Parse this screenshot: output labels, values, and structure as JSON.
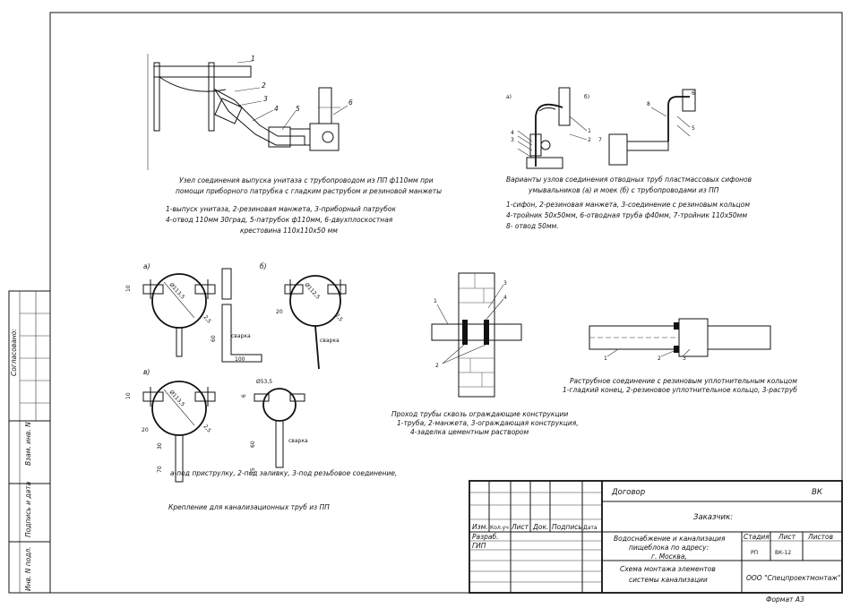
{
  "captions": {
    "toilet_title_1": "Узел соединения выпуска унитаза с трубопроводом из ПП ф110мм при",
    "toilet_title_2": "помощи приборного патрубка с гладким раструбом и резиновой манжеты",
    "toilet_legend_1": "1-выпуск унитаза, 2-резиновая манжета, 3-приборный патрубок",
    "toilet_legend_2": "4-отвод 110мм 30град, 5-патрубок ф110мм, 6-двухплоскостная",
    "toilet_legend_3": "крестовина 110х110х50 мм",
    "siphon_title_1": "Варианты узлов соединения отводных труб пластмассовых сифонов",
    "siphon_title_2": "умывальников (а) и моек (б) с трубопроводами из ПП",
    "siphon_legend_1": "1-сифон, 2-резиновая манжета, 3-соединение с резиновым кольцом",
    "siphon_legend_2": "4-тройник 50х50мм, 6-отводная труба ф40мм, 7-тройник 110х50мм",
    "siphon_legend_3": "8- отвод 50мм.",
    "clamp_note": "а-под приструлку, 2-под заливку, 3-под резьбовое соединение,",
    "clamp_title": "Крепление для канализационных труб из ПП",
    "wall_title_1": "Проход трубы сквозь ограждающие конструкции",
    "wall_title_2": "1-труба, 2-манжета, 3-ограждающая конструкция,",
    "wall_title_3": "4-заделка цементным раствором",
    "socket_title_1": "Раструбное соединение с резиновым уплотнительным кольцом",
    "socket_title_2": "1-гладкий конец, 2-резиновое уплотнительное кольцо, 3-раструб",
    "format": "Формат  А3"
  },
  "labels": {
    "toilet_callouts": [
      "1",
      "2",
      "3",
      "4",
      "5",
      "6"
    ],
    "siphon_a": "а)",
    "siphon_b": "б)",
    "siphon_callouts": [
      "1",
      "2",
      "3",
      "4",
      "5",
      "6",
      "7",
      "8"
    ],
    "clamp_a": "а)",
    "clamp_b": "б)",
    "clamp_v": "в)",
    "dim_d1": "Ø113,5",
    "dim_d2": "Ø112,5",
    "dim_d3": "Ø113,5",
    "dim_d4": "Ø53,5",
    "dim_10": "10",
    "dim_20": "20",
    "dim_25": "2,5",
    "dim_60": "60",
    "dim_100": "100",
    "dim_30": "30",
    "dim_70": "70",
    "dim_6": "6",
    "dim_55": "55",
    "svarka": "сварка",
    "wall_callouts": [
      "1",
      "2",
      "3",
      "4"
    ],
    "socket_callouts": [
      "1",
      "2",
      "3"
    ]
  },
  "side_stamp": {
    "soglasovano": "Согласовано:",
    "vzam_inv": "Взам. инв. N",
    "podpis_data": "Подпись и дата",
    "inv_podl": "Инв. N подл."
  },
  "title_block": {
    "dogovor": "Договор",
    "code": "ВК",
    "zakazchik": "Заказчик:",
    "col_izm": "Изм.",
    "col_koluch": "Кол.уч",
    "col_list": "Лист",
    "col_dok": "Док.",
    "col_podpis": "Подпись",
    "col_data": "Дата",
    "razrab": "Разраб.",
    "gip": "ГИП",
    "project_1": "Водоснабжение и канализация",
    "project_2": "пищеблока по адресу:",
    "project_3": "г. Москва,",
    "stadia_h": "Стадия",
    "list_h": "Лист",
    "listov_h": "Листов",
    "stadia": "РП",
    "list": "ВК-12",
    "sheet_1": "Схема монтажа элементов",
    "sheet_2": "системы канализации",
    "company": "ООО \"Спецпроектмонтаж\""
  }
}
